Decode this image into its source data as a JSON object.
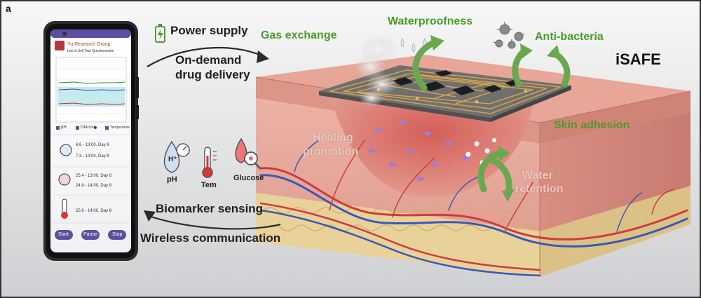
{
  "panel_label": "a",
  "title": "iSAFE",
  "labels": {
    "power_supply": "Power supply",
    "on_demand_1": "On-demand",
    "on_demand_2": "drug delivery",
    "biomarker": "Biomarker sensing",
    "wireless": "Wireless communication",
    "gas_exchange": "Gas exchange",
    "waterproofness": "Waterproofness",
    "anti_bacteria": "Anti-bacteria",
    "skin_adhesion": "Skin adhesion",
    "healing_1": "Healing",
    "healing_2": "promotion",
    "water_1": "Water",
    "water_2": "retention"
  },
  "sensors": {
    "ph": "pH",
    "ph_symbol": "H⁺",
    "tem": "Tem",
    "glucose": "Glucose"
  },
  "phone": {
    "app_title": "Yu Research Group",
    "app_subtitle": "List of Self Test Questionnaire",
    "legend": [
      "pH",
      "Glucose",
      "Temperature"
    ],
    "readings": [
      "6.6 - 13:00, Day 8",
      "7.3 - 14:00, Day 8",
      "25.4 - 13:00, Day 8",
      "24.8 - 14:00, Day 8",
      "25.6 - 14:00, Day 8"
    ],
    "buttons": [
      "Start",
      "Pause",
      "Stop"
    ]
  },
  "colors": {
    "background": "#ffffff",
    "skin_top": "#d98e82",
    "wound": "#c84a48",
    "fat_layer": "#e8d29a",
    "green_arrow": "#6aa84f",
    "device_copper": "#c89a48",
    "phone_body": "#2b2b2b",
    "app_button": "#5a4fa0"
  }
}
